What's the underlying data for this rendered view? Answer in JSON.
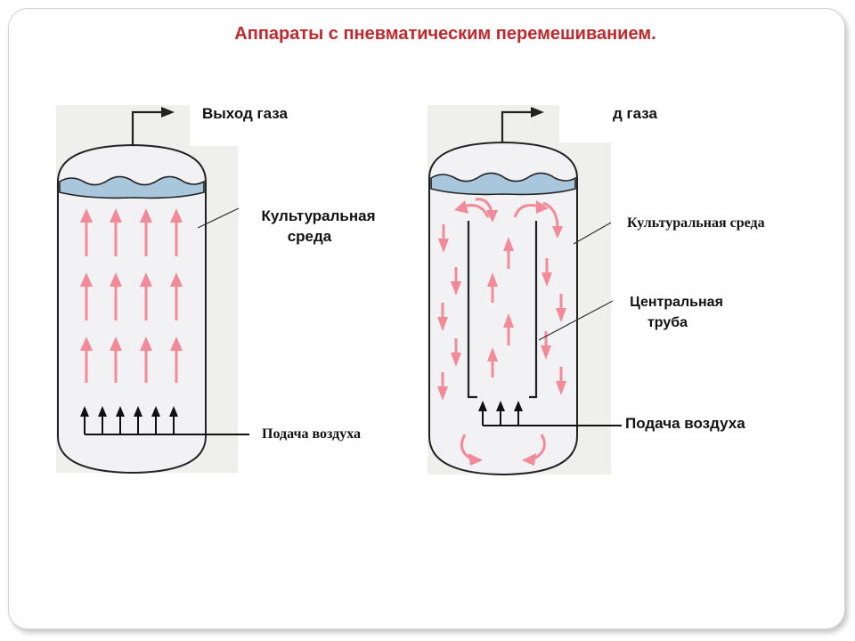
{
  "title": "Аппараты с пневматическим перемешиванием.",
  "left_apparatus": {
    "gas_outlet_label": "Выход газа",
    "medium_label_line1": "Культуральная",
    "medium_label_line2": "среда",
    "air_supply_label": "Подача воздуха"
  },
  "right_apparatus": {
    "gas_outlet_label": "д газа",
    "medium_label": "Культуральная среда",
    "central_tube_line1": "Центральная",
    "central_tube_line2": "труба",
    "air_supply_label": "Подача воздуха"
  },
  "colors": {
    "title": "#c0282d",
    "flow_arrows": "#f28a9a",
    "liquid_surface": "#a9c7dc",
    "outline": "#222222"
  }
}
